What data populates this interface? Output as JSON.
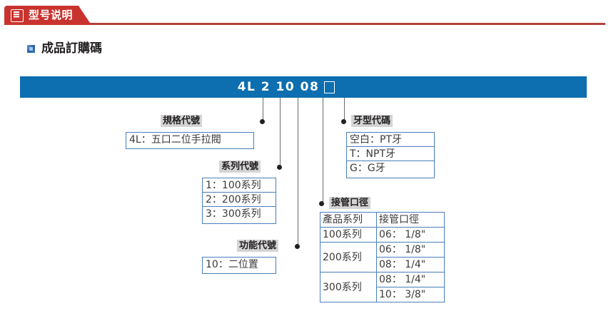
{
  "header": {
    "tag_label": "型号说明",
    "icon": "document-icon",
    "tag_color": "#c9332e",
    "rule_color": "#b4403a"
  },
  "section": {
    "title": "成品訂購碼",
    "bullet_color": "#1f5fa8"
  },
  "code_bar": {
    "color": "#0d6eb0",
    "code": "4L 2 10 08",
    "trailing_box": "□"
  },
  "groups": {
    "spec": {
      "label": "規格代號",
      "rows": [
        "4L：五口二位手拉閥"
      ]
    },
    "series": {
      "label": "系列代號",
      "rows": [
        "1：100系列",
        "2：200系列",
        "3：300系列"
      ]
    },
    "function": {
      "label": "功能代號",
      "rows": [
        "10：二位置"
      ]
    },
    "thread": {
      "label": "牙型代碼",
      "rows": [
        "空白：PT牙",
        "T：NPT牙",
        "G：G牙"
      ]
    },
    "port": {
      "label": "接管口徑",
      "headers": [
        "產品系列",
        "接管口徑"
      ],
      "rows": [
        {
          "series": "100系列",
          "ports": [
            "06： 1/8\""
          ]
        },
        {
          "series": "200系列",
          "ports": [
            "06： 1/8\"",
            "08： 1/4\""
          ]
        },
        {
          "series": "300系列",
          "ports": [
            "08： 1/4\"",
            "10： 3/8\""
          ]
        }
      ]
    }
  }
}
